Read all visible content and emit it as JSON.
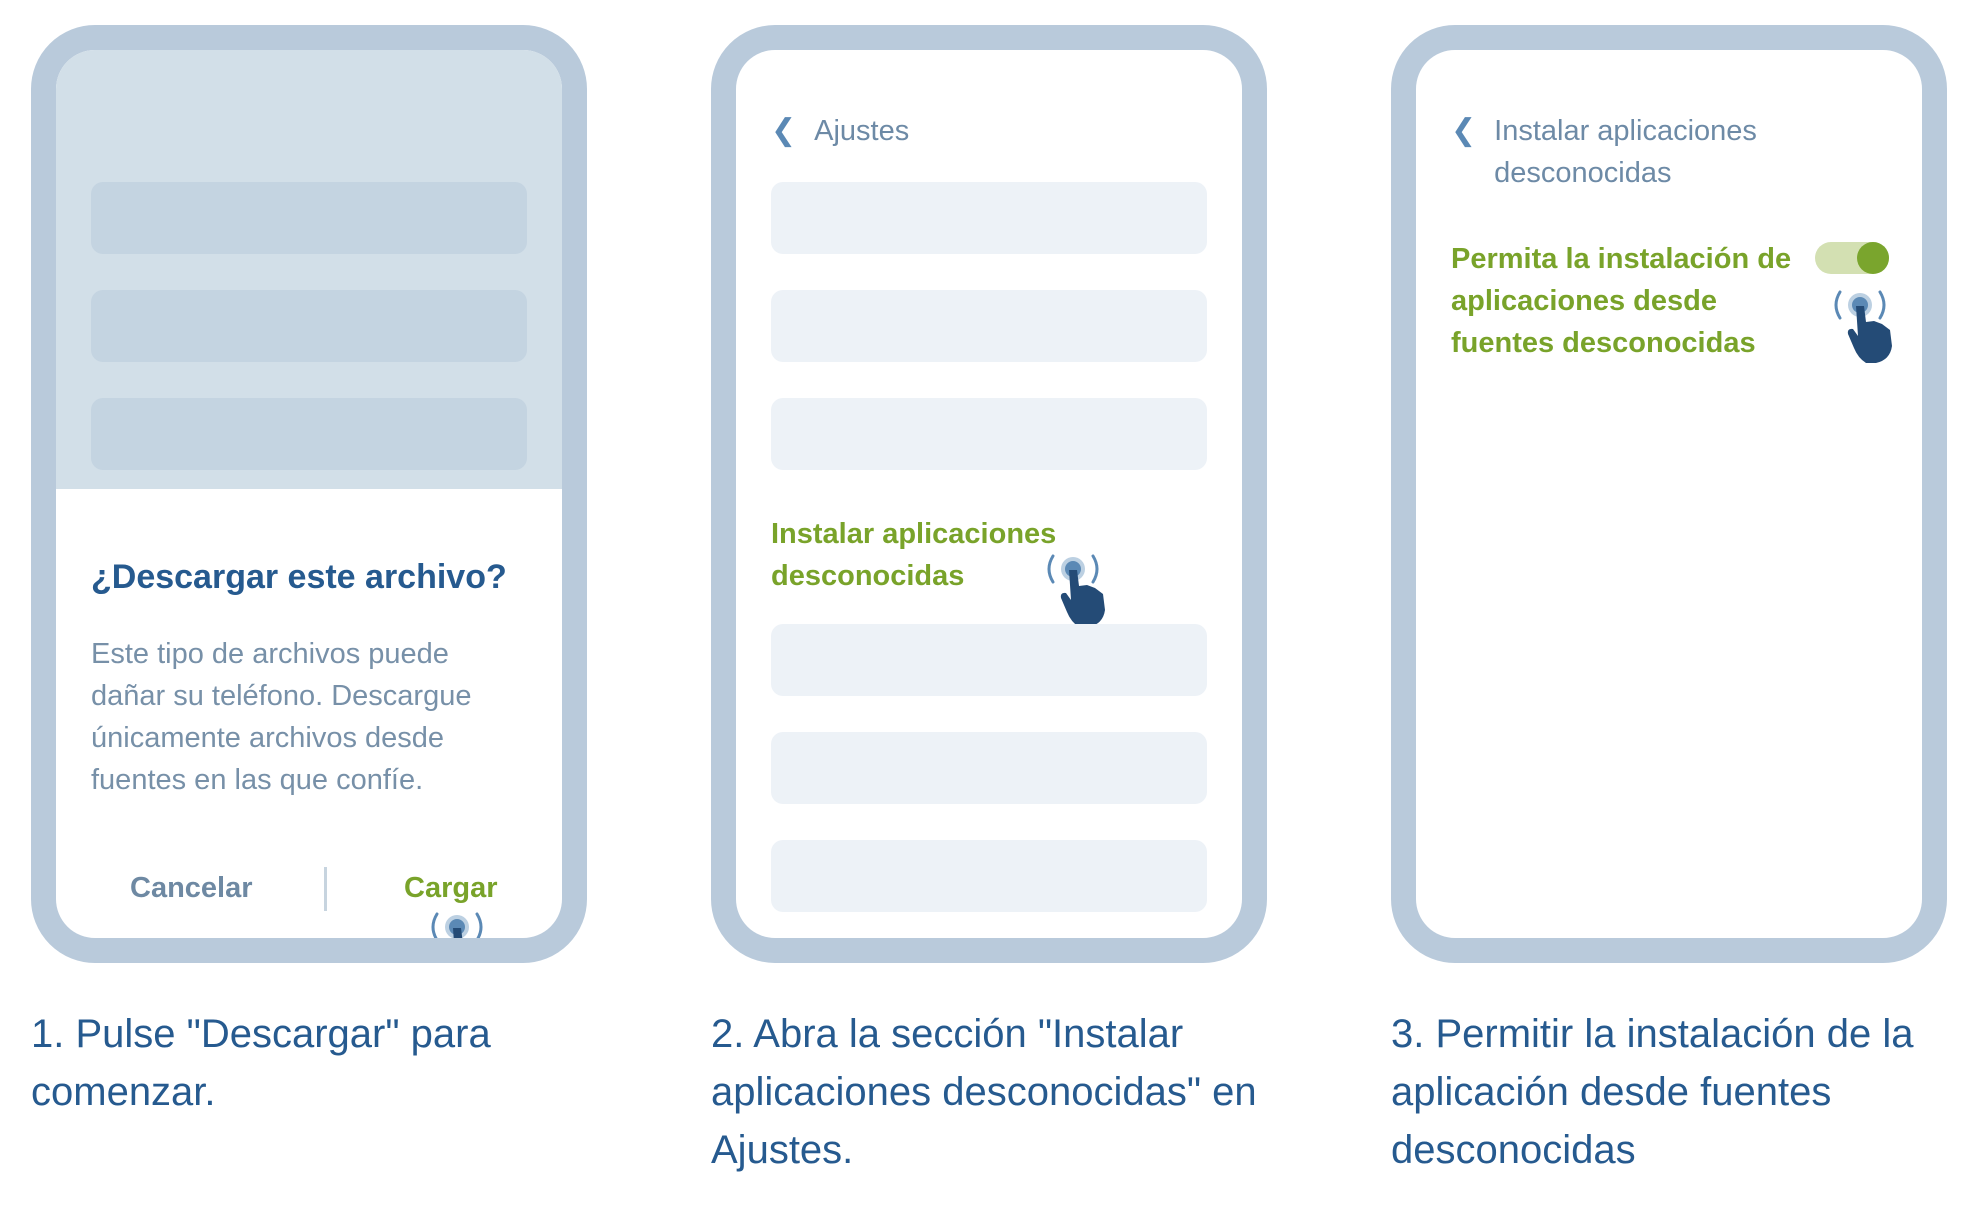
{
  "panel1": {
    "dialog_title": "¿Descargar este archivo?",
    "dialog_body": "Este tipo de archivos puede dañar su teléfono. Descargue únicamente archivos desde fuentes en las que confíe.",
    "cancel_label": "Cancelar",
    "load_label": "Cargar"
  },
  "panel2": {
    "back_label": "Ajustes",
    "highlight_item": "Instalar aplicaciones desconocidas"
  },
  "panel3": {
    "back_label": "Instalar aplicaciones desconocidas",
    "permission_label": "Permita la instalación de aplicaciones desde fuentes desconocidas",
    "toggle_on": true
  },
  "captions": [
    "1.  Pulse \"Descargar\" para comenzar.",
    "2.  Abra la sección \"Instalar aplicaciones desconocidas\" en Ajustes.",
    "3.  Permitir la instalación de la aplicación desde fuentes desconocidas"
  ],
  "icons": {
    "chevron": "chevron-left-icon",
    "hand": "tap-hand-icon"
  },
  "colors": {
    "frame": "#b9cadb",
    "heading_blue": "#265a8f",
    "accent_green": "#79a32a"
  }
}
